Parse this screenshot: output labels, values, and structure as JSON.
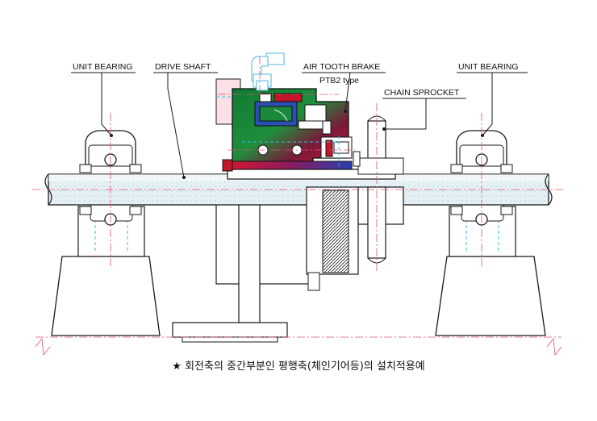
{
  "labels": {
    "unit_bearing_left": "UNIT BEARING",
    "drive_shaft": "DRIVE SHAFT",
    "air_tooth_brake": "AIR TOOTH BRAKE",
    "brake_type": "PTB2  type",
    "chain_sprocket": "CHAIN SPROCKET",
    "unit_bearing_right": "UNIT BEARING"
  },
  "caption": "★ 회전축의 중간부분인 평행축(체인기어등)의 설치적용예",
  "colors": {
    "line": "#1a1a1a",
    "centerline": "#e0507a",
    "shaft_fill": "#e6f1f3",
    "hidden": "#35c0d8",
    "brake_green": "#1a8a3a",
    "brake_red": "#c4162a",
    "brake_blue": "#2a4fb0",
    "fitting": "#8fd3ee",
    "plate_pink": "#fbe0e6"
  }
}
